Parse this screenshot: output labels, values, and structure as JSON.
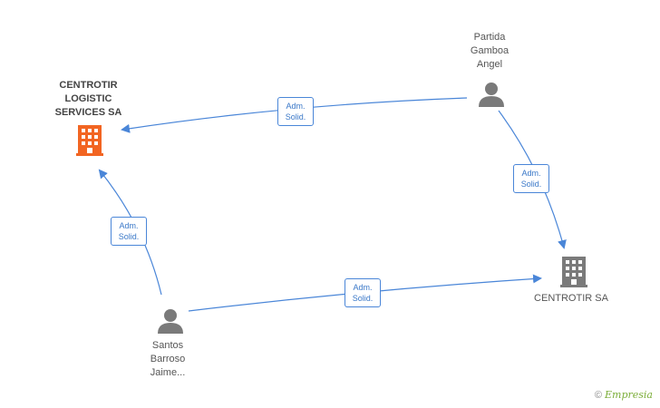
{
  "colors": {
    "arrow": "#4a86d8",
    "highlight_company": "#f26522",
    "company": "#7a7a7a",
    "person": "#7a7a7a"
  },
  "nodes": {
    "centrotir_logistic": {
      "label": "CENTROTIR\nLOGISTIC\nSERVICES SA",
      "icon": "building-icon"
    },
    "partida": {
      "label": "Partida\nGamboa\nAngel",
      "icon": "person-icon"
    },
    "centrotir_sa": {
      "label": "CENTROTIR SA",
      "icon": "building-icon"
    },
    "santos": {
      "label": "Santos\nBarroso\nJaime...",
      "icon": "person-icon"
    }
  },
  "edges": [
    {
      "line1": "Adm.",
      "line2": "Solid."
    },
    {
      "line1": "Adm.",
      "line2": "Solid."
    },
    {
      "line1": "Adm.",
      "line2": "Solid."
    },
    {
      "line1": "Adm.",
      "line2": "Solid."
    }
  ],
  "footer": {
    "copyright": "©",
    "brand": "Empresia"
  }
}
